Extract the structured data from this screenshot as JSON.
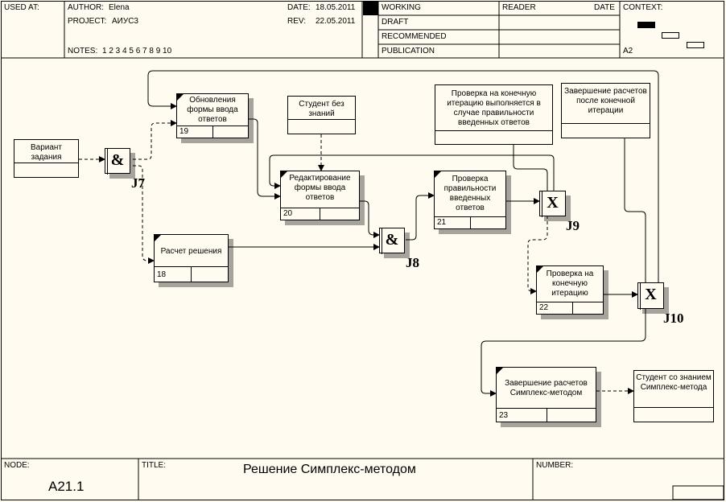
{
  "header": {
    "used_at_label": "USED AT:",
    "author_label": "AUTHOR:",
    "author": "Elena",
    "project_label": "PROJECT:",
    "project": "АИУС3",
    "notes_label": "NOTES:",
    "notes": "1  2  3  4  5  6  7  8  9  10",
    "date_label": "DATE:",
    "date": "18.05.2011",
    "rev_label": "REV:",
    "rev": "22.05.2011",
    "status": [
      "WORKING",
      "DRAFT",
      "RECOMMENDED",
      "PUBLICATION"
    ],
    "reader_label": "READER",
    "reader_date_label": "DATE",
    "context_label": "CONTEXT:",
    "context_node": "A2"
  },
  "footer": {
    "node_label": "NODE:",
    "node": "A21.1",
    "title_label": "TITLE:",
    "title": "Решение  Симплекс-методом",
    "number_label": "NUMBER:"
  },
  "diagram": {
    "boxes": {
      "variant": "Вариант задания",
      "update": "Обновления формы ввода ответов",
      "update_num": "19",
      "student_no": "Студент без знаний",
      "edit": "Редактирование формы ввода ответов",
      "edit_num": "20",
      "check_correct": "Проверка правильности введенных ответов",
      "check_correct_num": "21",
      "note_last_iter": "Проверка на конечную итерацию выполняется в случае правильности введенных ответов",
      "note_finish": "Завершение расчетов после конечной итерации",
      "calc": "Расчет решения",
      "calc_num": "18",
      "check_last": "Проверка на конечную итерацию",
      "check_last_num": "22",
      "finish": "Завершение расчетов Симплекс-методом",
      "finish_num": "23",
      "student_yes": "Студент со знанием Симплекс-метода"
    },
    "junctions": {
      "j7_symbol": "&",
      "j7": "J7",
      "j8_symbol": "&",
      "j8": "J8",
      "j9_symbol": "X",
      "j9": "J9",
      "j10_symbol": "X",
      "j10": "J10"
    }
  }
}
